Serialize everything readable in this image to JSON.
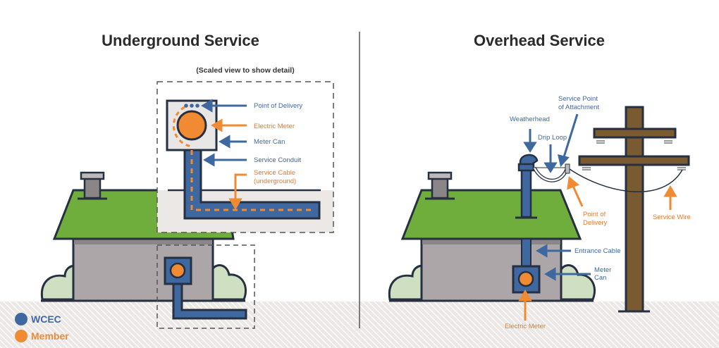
{
  "colors": {
    "wcec_blue": "#3f68a0",
    "member_orange": "#f08a33",
    "roof_green": "#6fae3c",
    "wall_gray": "#aca6a8",
    "outline": "#263040",
    "pole_brown": "#6d4c25",
    "bush_green": "#cfe0c2"
  },
  "underground": {
    "title": "Underground Service",
    "scaled_note": "(Scaled view to show detail)",
    "labels": {
      "point_of_delivery": "Point of Delivery",
      "electric_meter": "Electric Meter",
      "meter_can": "Meter Can",
      "service_conduit": "Service Conduit",
      "service_cable_line1": "Service Cable",
      "service_cable_line2": "(underground)"
    }
  },
  "overhead": {
    "title": "Overhead Service",
    "labels": {
      "service_point_line1": "Service Point",
      "service_point_line2": "of Attachment",
      "weatherhead": "Weatherhead",
      "drip_loop": "Drip Loop",
      "point_of_delivery_line1": "Point of",
      "point_of_delivery_line2": "Delivery",
      "service_wire": "Service Wire",
      "entrance_cable": "Entrance Cable",
      "meter_can_line1": "Meter",
      "meter_can_line2": "Can",
      "electric_meter": "Electric Meter"
    }
  },
  "legend": {
    "items": [
      {
        "label": "WCEC",
        "color": "#3f68a0"
      },
      {
        "label": "Member",
        "color": "#f08a33"
      }
    ]
  }
}
